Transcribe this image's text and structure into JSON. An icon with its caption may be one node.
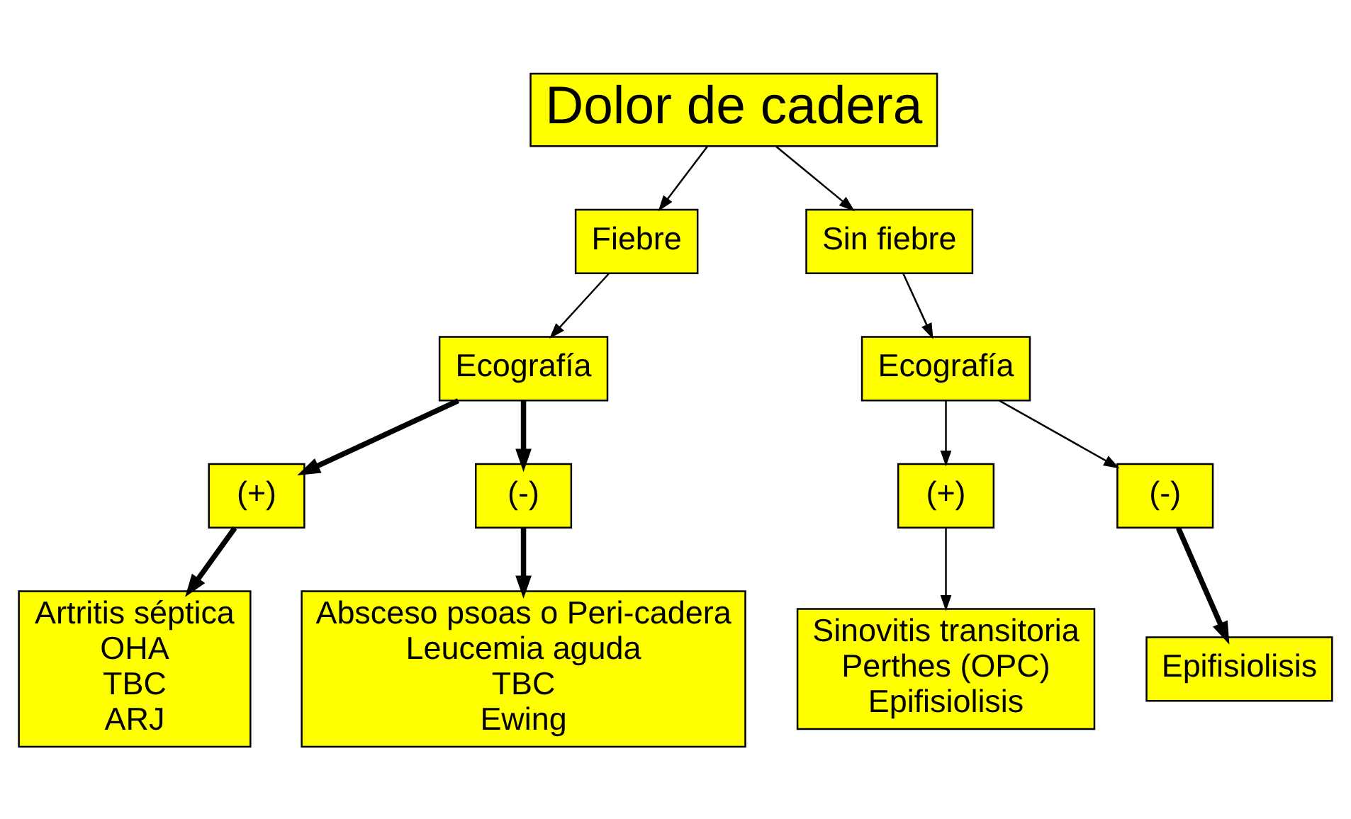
{
  "diagram": {
    "nodes": [
      {
        "text": [
          "Dolor de cadera"
        ]
      },
      {
        "text": [
          "Fiebre"
        ]
      },
      {
        "text": [
          "Sin fiebre"
        ]
      },
      {
        "text": [
          "Ecografía"
        ]
      },
      {
        "text": [
          "Ecografía"
        ]
      },
      {
        "text": [
          "(+)"
        ]
      },
      {
        "text": [
          "(-)"
        ]
      },
      {
        "text": [
          "(+)"
        ]
      },
      {
        "text": [
          "(-)"
        ]
      },
      {
        "text": [
          "Artritis séptica",
          "OHA",
          "TBC",
          "ARJ"
        ]
      },
      {
        "text": [
          "Absceso psoas o Peri-cadera",
          "Leucemia aguda",
          "TBC",
          "Ewing"
        ]
      },
      {
        "text": [
          "Sinovitis transitoria",
          "Perthes (OPC)",
          "Epifisiolisis"
        ]
      },
      {
        "text": [
          "Epifisiolisis"
        ]
      }
    ],
    "edges": [
      {
        "from": 0,
        "to": 1,
        "arrow": "to"
      },
      {
        "from": 0,
        "to": 2,
        "arrow": "to"
      },
      {
        "from": 1,
        "to": 3,
        "arrow": "to"
      },
      {
        "from": 2,
        "to": 4,
        "arrow": "to"
      },
      {
        "from": 3,
        "to": 5,
        "arrow": "to",
        "style": "thick"
      },
      {
        "from": 3,
        "to": 6,
        "arrow": "to",
        "style": "thick"
      },
      {
        "from": 4,
        "to": 7,
        "arrow": "to"
      },
      {
        "from": 4,
        "to": 8,
        "arrow": "to"
      },
      {
        "from": 5,
        "to": 9,
        "arrow": "to",
        "style": "thick"
      },
      {
        "from": 6,
        "to": 10,
        "arrow": "to",
        "style": "thick"
      },
      {
        "from": 7,
        "to": 11,
        "arrow": "to"
      },
      {
        "from": 8,
        "to": 12,
        "arrow": "to",
        "style": "thick"
      }
    ]
  }
}
